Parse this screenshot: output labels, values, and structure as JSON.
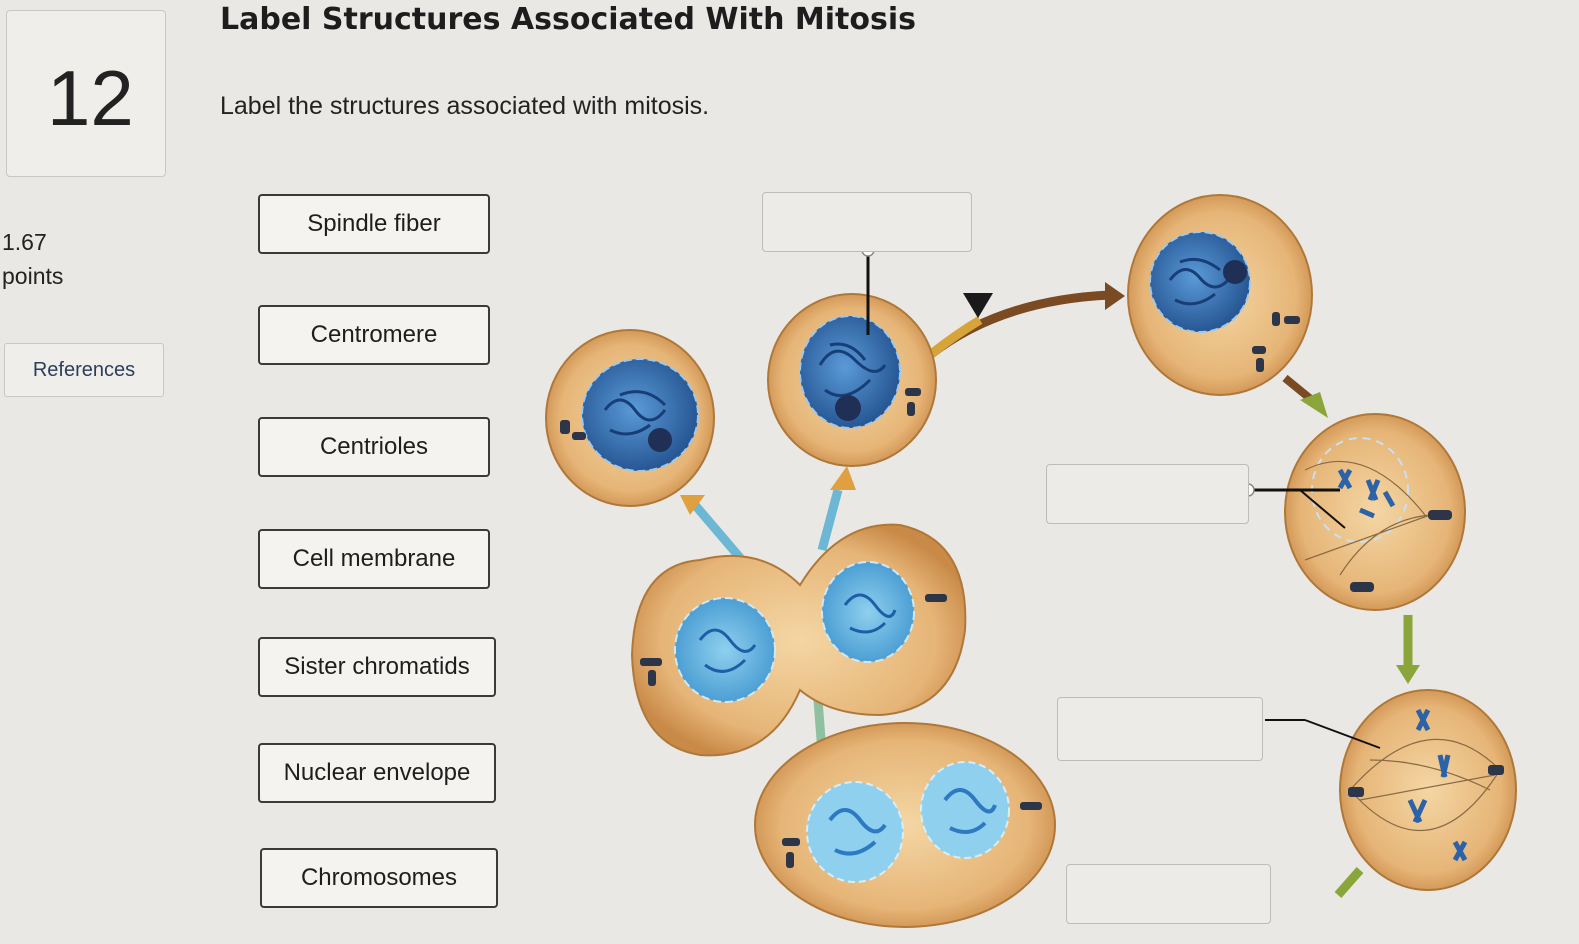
{
  "question": {
    "number": "12",
    "title": "Label Structures Associated With Mitosis",
    "instruction": "Label the structures associated with mitosis.",
    "points_value": "1.67",
    "points_unit": "points",
    "references_label": "References"
  },
  "labels": [
    "Spindle fiber",
    "Centromere",
    "Centrioles",
    "Cell membrane",
    "Sister chromatids",
    "Nuclear envelope",
    "Chromosomes"
  ],
  "diagram": {
    "drop_zones": 4
  }
}
